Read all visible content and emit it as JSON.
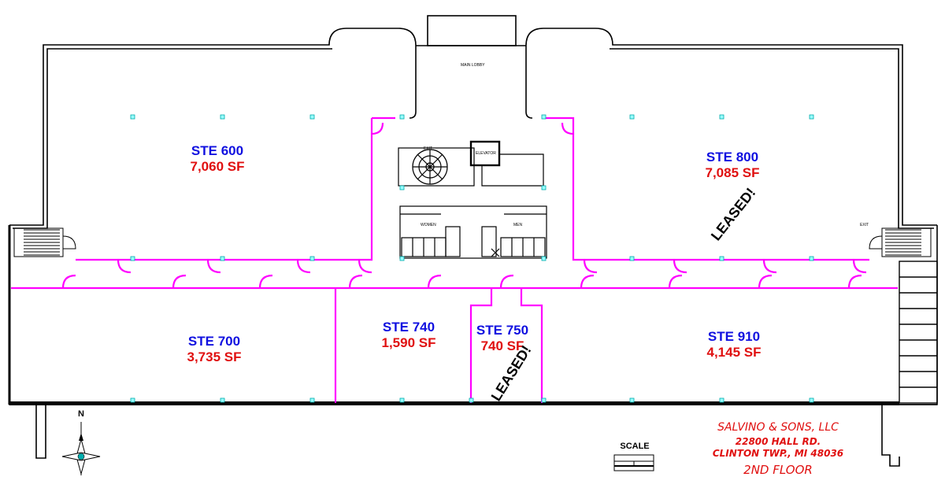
{
  "suites": [
    {
      "id": "600",
      "name": "STE 600",
      "area": "7,060 SF"
    },
    {
      "id": "800",
      "name": "STE 800",
      "area": "7,085 SF"
    },
    {
      "id": "700",
      "name": "STE 700",
      "area": "3,735 SF"
    },
    {
      "id": "740",
      "name": "STE 740",
      "area": "1,590 SF"
    },
    {
      "id": "750",
      "name": "STE 750",
      "area": "740 SF"
    },
    {
      "id": "910",
      "name": "STE 910",
      "area": "4,145 SF"
    }
  ],
  "leased_label": "LEASED!",
  "core_labels": {
    "main_lobby": "MAIN LOBBY",
    "exit": "EXIT",
    "elevator": "ELEVATOR",
    "women": "WOMEN",
    "men": "MEN"
  },
  "north_label": "N",
  "scale_label": "SCALE",
  "title_block": {
    "company": "SALVINO & SONS, LLC",
    "address1": "22800 HALL RD.",
    "address2": "CLINTON TWP., MI 48036",
    "floor": "2ND FLOOR"
  },
  "colors": {
    "suite_name": "#1010e0",
    "suite_area": "#e01010",
    "demising_walls": "#ff00ff",
    "title_block": "#e01010",
    "walls": "#000000"
  }
}
